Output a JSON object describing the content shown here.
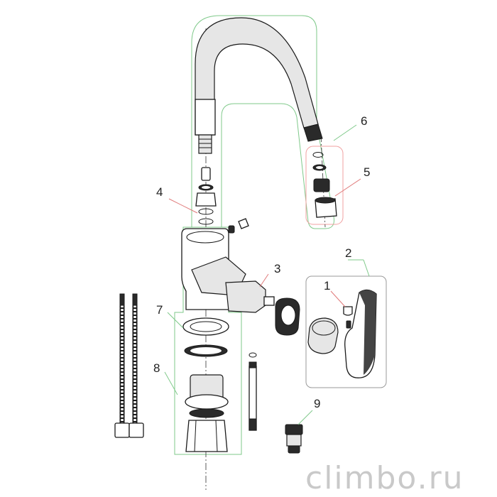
{
  "callouts": [
    {
      "label": "1"
    },
    {
      "label": "2"
    },
    {
      "label": "3"
    },
    {
      "label": "4"
    },
    {
      "label": "5"
    },
    {
      "label": "6"
    },
    {
      "label": "7"
    },
    {
      "label": "8"
    },
    {
      "label": "9"
    }
  ],
  "watermark": "climbo.ru",
  "colors": {
    "group_green": "#7fc98a",
    "leader_red": "#e07a7a",
    "group_gray": "#999999",
    "line": "#1a1a1a",
    "watermark": "#c9c9c9"
  }
}
